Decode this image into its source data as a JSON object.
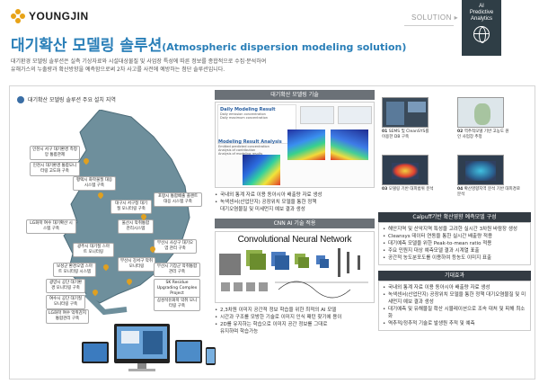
{
  "header": {
    "logo_text": "YOUNGJIN",
    "solution_label": "SOLUTION",
    "arrow": "▸",
    "badge_lines": [
      "AI",
      "Predictive",
      "Analytics"
    ],
    "title": "대기확산 모델링 솔루션",
    "title_sub": "(Atmospheric dispersion modeling solution)",
    "desc_lines": [
      "대기환경 모델링 솔루션은 실측 기상자료와 시설대상물질 및 사업장 특성에 따른 정보를 종합적으로 수집·분석하여",
      "유해가스의 누출량과 확산방향을 예측함으로써 2차 사고를 사전에 예방하는 첨단 솔루션입니다."
    ]
  },
  "colors": {
    "title": "#2a7fb8",
    "section_gray": "#6b7177",
    "section_dark": "#333b43",
    "pin": "#e0a020"
  },
  "map": {
    "heading": "대기확산 모델링 솔루션 주요 설치 지역",
    "locations": [
      {
        "name": "인천시 서구 대기환경 측정망 통합관제"
      },
      {
        "name": "인천시 대기환경 통합모니터링 고도화 구축"
      },
      {
        "name": "평택시 화학물질 대응 시스템 구축"
      },
      {
        "name": "대구시 서구청 대기질 모니터링 구축"
      },
      {
        "name": "포항시 통합배출 플랜트 대응 시스템 구축"
      },
      {
        "name": "울산시 악취통합관리시스템"
      },
      {
        "name": "LG화학 여수 대기확산 시스템 구축"
      },
      {
        "name": "광주시 대기질 스마트 모니터링"
      },
      {
        "name": "보성군 환경오염 스마트 모니터링 시스템"
      },
      {
        "name": "광양시 공단 대기환경 모니터링 구축"
      },
      {
        "name": "여수시 공단 대기질 모니터링 구축"
      },
      {
        "name": "LG화학 여수 악취감지 통합관리 구축"
      },
      {
        "name": "부산시 사상구 대기오염 관리 구축"
      },
      {
        "name": "부산시 강서구 악취 모니터링"
      },
      {
        "name": "부산시 기장군 악취통합관리 구축"
      },
      {
        "name": "SK Residue Upgrading Complex Project"
      },
      {
        "name": "삼성석유화학 악취 모니터링 구축"
      }
    ]
  },
  "middle": {
    "sec1_title": "대기확산 모델링 기술",
    "screens": {
      "a_title": "Daily Modeling Result",
      "a_lines": [
        "Daily emission concentration",
        "Daily maximum concentration"
      ],
      "b_title": "Modeling Result Analysis",
      "b_lines": [
        "Emitted predicted concentration",
        "Analysis of contribution",
        "Analysis of modeling results"
      ]
    },
    "sec1_bullets": [
      "국내외 통계 자료 이용 동아시아 배출량 자료 생성",
      "녹색센서(산업단지) 공장위치 모델을 통한 정책",
      "대기오염물질 및 미세먼지 예보 결과 생성"
    ],
    "sec2_title": "CNN AI 기술 적용",
    "cnn_title": "Convolutional Neural Network",
    "cnn_bullets": [
      "2,3차원 이미지 공간적 정보 학습을 위한 최적의 AI 모델",
      "시간과 구조를 모방한 기술로 이미지 인식 패턴 찾기에 용이",
      "2D를 유지하는 학습으로 이미지 공간 정보를 그대로",
      "유지하며 학습가능"
    ]
  },
  "right": {
    "thumbs": [
      {
        "num": "01",
        "caption": "SEMS 및 CleanSYS를 이용한 DB 구축"
      },
      {
        "num": "02",
        "caption": "역추적모델 기반 고농도 원인 사업장 추정"
      },
      {
        "num": "03",
        "caption": "모델링 기반 대피범위 분석"
      },
      {
        "num": "04",
        "caption": "확산영향지역 분석 기반 대피경로 분석"
      }
    ],
    "calpuff_title": "Calpuff기반 확산영향 예측모델 구성",
    "calpuff_bullets": [
      "해안지역 및 산악지역 특성을 고려한 실시간 3차원 바람장 생성",
      "Cleansys 데이터 연동을 통한 실시간 배출량 적용",
      "대기예측 모델을 위한 Peak-to-mean ratio 적용",
      "주요 민원지 대상 예측모델 결과 시계열 표출",
      "공간적 농도분포도를 이용하여 등농도 이미지 표출"
    ],
    "effect_title": "기대효과",
    "effect_bullets": [
      "국내외 통계 자료 이용 동아시아 배출량 자료 생성",
      "녹색센서(산업단지) 공장위치 모델을 통한 정책 대기오염물질 및 미세먼지 예보 결과 생성",
      "대기예측 및 유해물질 확산 시뮬레이션으로 조속 대처 및 피해 최소화",
      "역추적/정추적 기술로 발생원 추적 및 예측"
    ]
  }
}
